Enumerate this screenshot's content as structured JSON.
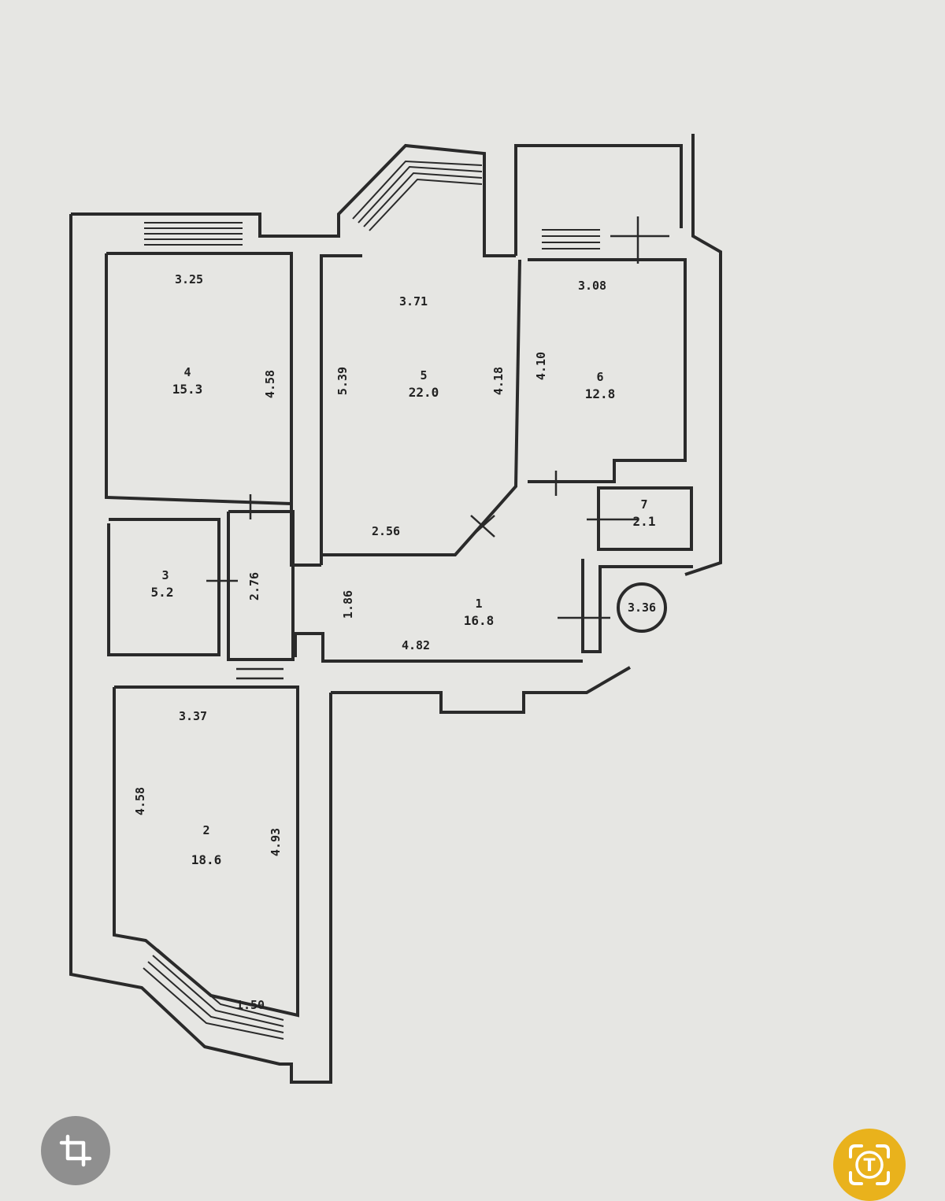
{
  "floor_plan": {
    "rooms": [
      {
        "id": "room-4",
        "number": "4",
        "area": "15.3",
        "width": "3.25",
        "depth": "4.58"
      },
      {
        "id": "room-5",
        "number": "5",
        "area": "22.0",
        "width": "3.71",
        "depth_left": "5.39",
        "depth_right": "4.18"
      },
      {
        "id": "room-6",
        "number": "6",
        "area": "12.8",
        "width": "3.08",
        "depth": "4.10"
      },
      {
        "id": "room-3",
        "number": "3",
        "area": "5.2"
      },
      {
        "id": "room-7",
        "number": "7",
        "area": "2.1"
      },
      {
        "id": "room-1",
        "number": "1",
        "area": "16.8",
        "width": "4.82",
        "depth": "1.86"
      },
      {
        "id": "room-2",
        "number": "2",
        "area": "18.6",
        "width": "3.37",
        "depth_left": "4.58",
        "depth_right": "4.93",
        "bay": "1.50"
      }
    ],
    "extra_dimensions": {
      "upper_bottom_wall": "2.56",
      "corridor": "2.76"
    },
    "circle_label": "3.36"
  },
  "ui": {
    "crop_icon": "crop-icon",
    "text_recognition_icon": "text-recognition-icon",
    "text_recognition_letter": "T",
    "accent_color": "#e9b21c"
  }
}
